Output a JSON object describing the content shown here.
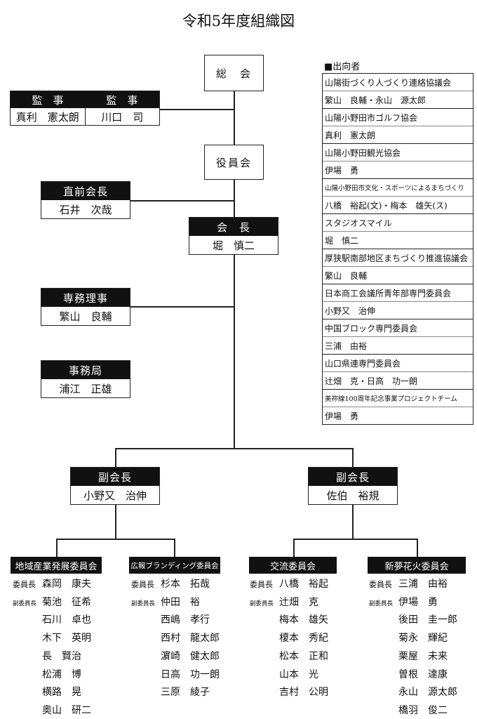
{
  "title": "令和5年度組織図",
  "sokai": "総　会",
  "yakuinkai": "役員会",
  "kansa": {
    "headers": [
      "監　事",
      "監　事"
    ],
    "names": [
      "真利　憲太朗",
      "川口　司"
    ]
  },
  "zenkaicho": {
    "title": "直前会長",
    "name": "石井　次哉"
  },
  "kaicho": {
    "title": "会　長",
    "name": "堀　慎二"
  },
  "senmu": {
    "title": "専務理事",
    "name": "繁山　良輔"
  },
  "jimukyoku": {
    "title": "事務局",
    "name": "浦江　正雄"
  },
  "fukukaicho_left": {
    "title": "副会長",
    "name": "小野又　治伸"
  },
  "fukukaicho_right": {
    "title": "副会長",
    "name": "佐伯　裕規"
  },
  "delegation": {
    "label": "■出向者",
    "items": [
      {
        "org": "山陽街づくり人づくり連絡協議会",
        "people": "繁山　良輔・永山　源太郎"
      },
      {
        "org": "山陽小野田市ゴルフ協会",
        "people": "真利　憲太朗"
      },
      {
        "org": "山陽小野田観光協会",
        "people": "伊場　勇"
      },
      {
        "org": "山陽小野田市文化・スポーツによるまちづくり",
        "people": "八橋　裕起(文)・梅本　雄矢(ス)"
      },
      {
        "org": "スタジオスマイル",
        "people": "堀　慎二"
      },
      {
        "org": "厚狭駅南部地区まちづくり推進協議会",
        "people": "繁山　良輔"
      },
      {
        "org": "日本商工会議所青年部専門委員会",
        "people": "小野又　治伸"
      },
      {
        "org": "中国ブロック専門委員会",
        "people": "三浦　由裕"
      },
      {
        "org": "山口県連専門委員会",
        "people": "辻畑　克・日高　功一朗"
      },
      {
        "org": "美祢線100周年記念事業プロジェクトチーム",
        "people": "伊場　勇"
      }
    ]
  },
  "committees": [
    {
      "name": "地域産業発展委員会",
      "members": [
        {
          "role": "委員長",
          "name": "森岡　康夫"
        },
        {
          "role": "副委員長",
          "name": "菊池　征希"
        },
        {
          "role": "",
          "name": "石川　卓也"
        },
        {
          "role": "",
          "name": "木下　英明"
        },
        {
          "role": "",
          "name": "長　賢治"
        },
        {
          "role": "",
          "name": "松浦　博"
        },
        {
          "role": "",
          "name": "横路　晃"
        },
        {
          "role": "",
          "name": "奥山　研二"
        }
      ]
    },
    {
      "name": "広報ブランディング委員会",
      "members": [
        {
          "role": "委員長",
          "name": "杉本　拓哉"
        },
        {
          "role": "副委員長",
          "name": "仲田　裕"
        },
        {
          "role": "",
          "name": "西嶋　孝行"
        },
        {
          "role": "",
          "name": "西村　龍太郎"
        },
        {
          "role": "",
          "name": "濵崎　健太郎"
        },
        {
          "role": "",
          "name": "日高　功一朗"
        },
        {
          "role": "",
          "name": "三原　綾子"
        }
      ]
    },
    {
      "name": "交流委員会",
      "members": [
        {
          "role": "委員長",
          "name": "八橋　裕起"
        },
        {
          "role": "副委員長",
          "name": "辻畑　克"
        },
        {
          "role": "",
          "name": "梅本　雄矢"
        },
        {
          "role": "",
          "name": "榎本　秀紀"
        },
        {
          "role": "",
          "name": "松本　正和"
        },
        {
          "role": "",
          "name": "山本　光"
        },
        {
          "role": "",
          "name": "吉村　公明"
        }
      ]
    },
    {
      "name": "新夢花火委員会",
      "members": [
        {
          "role": "委員長",
          "name": "三浦　由裕"
        },
        {
          "role": "副委員長",
          "name": "伊場　勇"
        },
        {
          "role": "",
          "name": "後田　圭一郎"
        },
        {
          "role": "",
          "name": "菊永　輝紀"
        },
        {
          "role": "",
          "name": "栗屋　未来"
        },
        {
          "role": "",
          "name": "曽根　達康"
        },
        {
          "role": "",
          "name": "永山　源太郎"
        },
        {
          "role": "",
          "name": "橋羽　俊二"
        }
      ]
    }
  ]
}
